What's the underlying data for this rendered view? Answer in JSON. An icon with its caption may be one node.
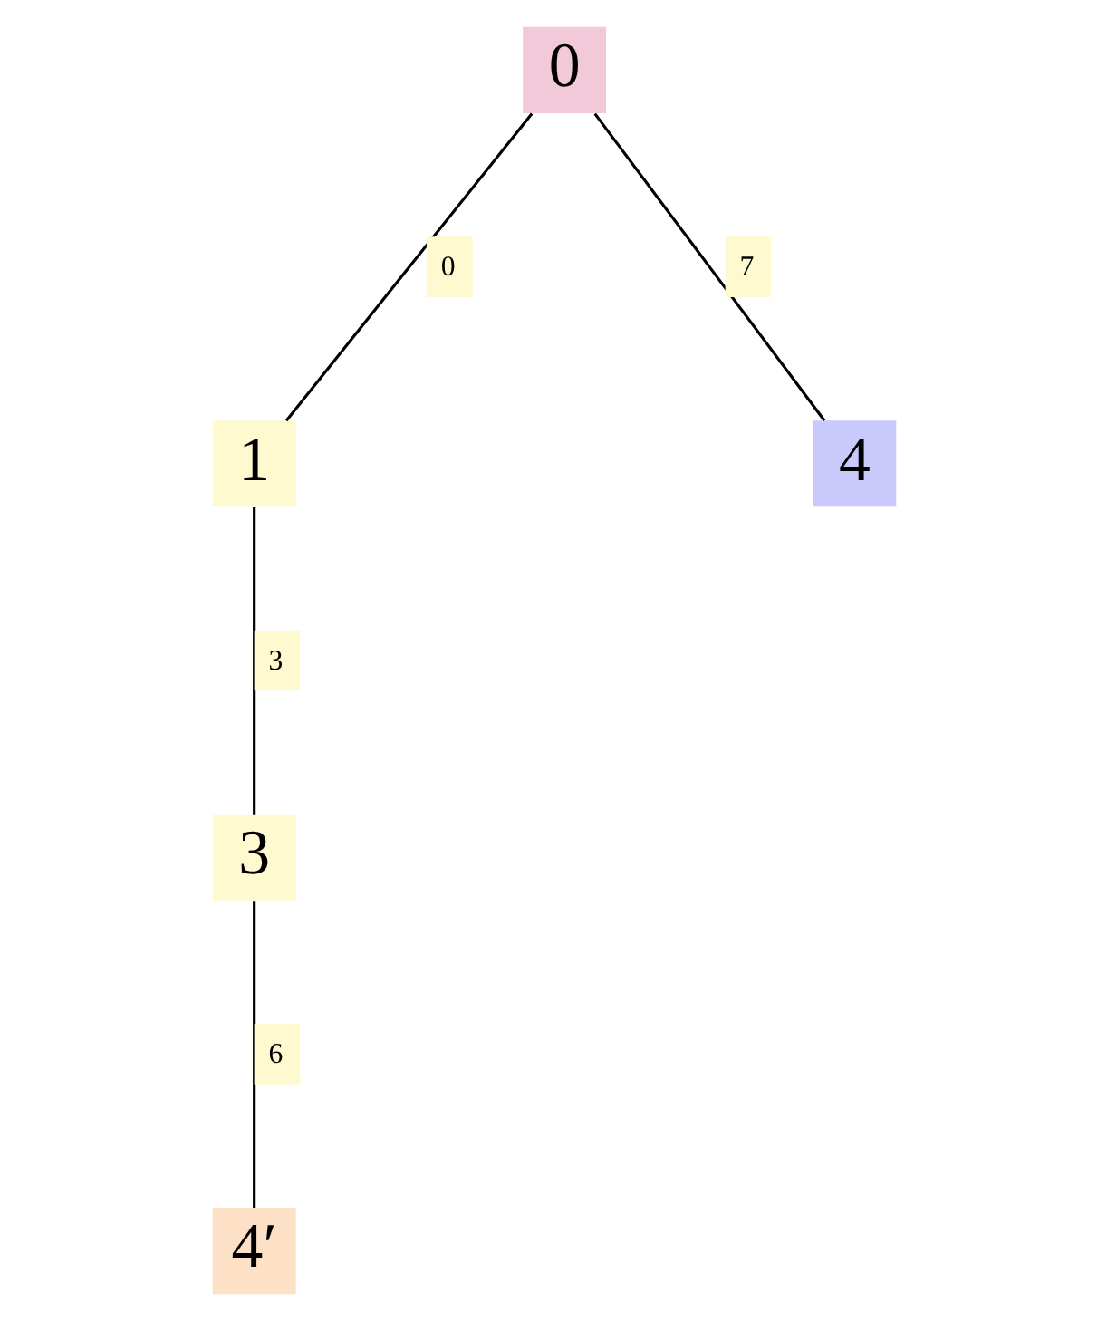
{
  "diagram": {
    "nodes": [
      {
        "text": [
          "0"
        ]
      },
      {
        "text": [
          "1"
        ]
      },
      {
        "text": [
          "4"
        ]
      },
      {
        "text": [
          "3"
        ]
      },
      {
        "text": [
          "4′"
        ]
      }
    ],
    "edges": [
      {
        "from": 0,
        "to": 1,
        "arrow": "none",
        "label": "0"
      },
      {
        "from": 0,
        "to": 2,
        "arrow": "none",
        "label": "7"
      },
      {
        "from": 1,
        "to": 3,
        "arrow": "none",
        "label": "3"
      },
      {
        "from": 3,
        "to": 4,
        "arrow": "none",
        "label": "6"
      }
    ]
  }
}
